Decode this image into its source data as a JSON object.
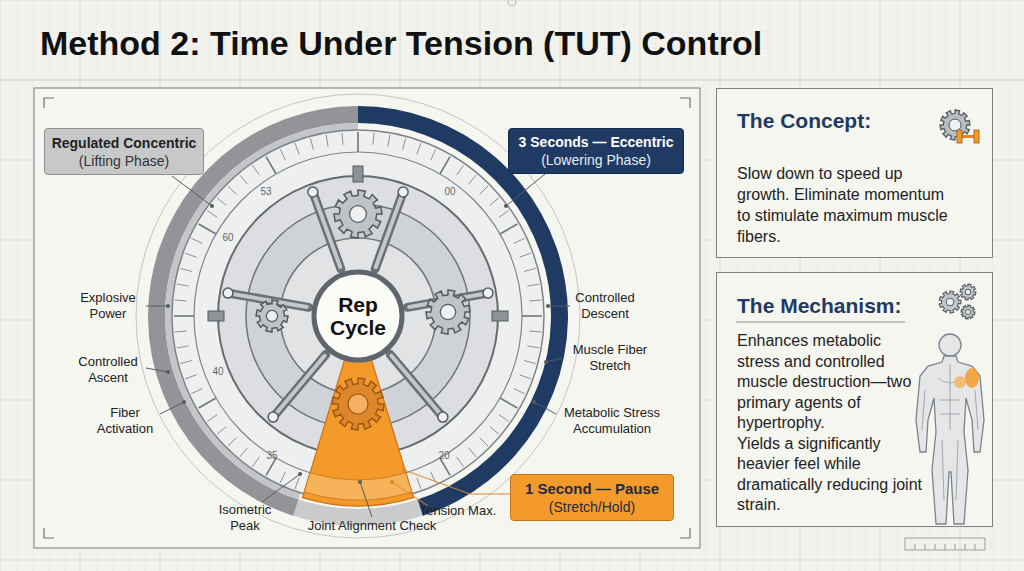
{
  "diagram": {
    "title": "Method 2: Time Under Tension (TUT) Control",
    "nodes": [
      {
        "text": [
          "Regulated Concentric",
          "(Lifting Phase)"
        ]
      },
      {
        "text": [
          "3 Seconds — Eccentric",
          "(Lowering Phase)"
        ]
      },
      {
        "text": [
          "Rep Cycle"
        ]
      },
      {
        "text": [
          "1 Second — Pause",
          "(Stretch/Hold)"
        ]
      },
      {
        "text": [
          "The Concept:",
          "Slow down to speed up growth. Eliminate momentum to stimulate maximum muscle fibers."
        ]
      },
      {
        "text": [
          "The Mechanism:",
          "Enhances metabolic stress and controlled muscle destruction—two primary agents of hypertrophy.",
          "Yields a significantly heavier feel while dramatically reducing joint strain."
        ]
      }
    ],
    "labels": [
      "Explosive Power",
      "Controlled Descent",
      "Controlled Ascent",
      "Muscle Fiber Stretch",
      "Fiber Activation",
      "Metabolic Stress Accumulation",
      "Isometric Peak",
      "Joint Alignment Check",
      "Tension Max.",
      "53",
      "00",
      "60",
      "40",
      "35",
      "20"
    ]
  }
}
